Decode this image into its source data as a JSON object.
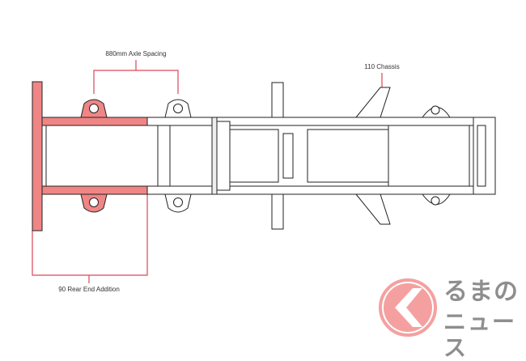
{
  "labels": {
    "axle_spacing": "880mm Axle Spacing",
    "chassis": "110 Chassis",
    "rear_addition": "90 Rear End Addition"
  },
  "logo": {
    "line1": "るまの",
    "line2": "ニュース",
    "full": "くるまのニュース"
  },
  "colors": {
    "highlight": "#f08585",
    "line": "#d9475a",
    "stroke": "#222222",
    "logo_text": "#8e8e8e"
  }
}
